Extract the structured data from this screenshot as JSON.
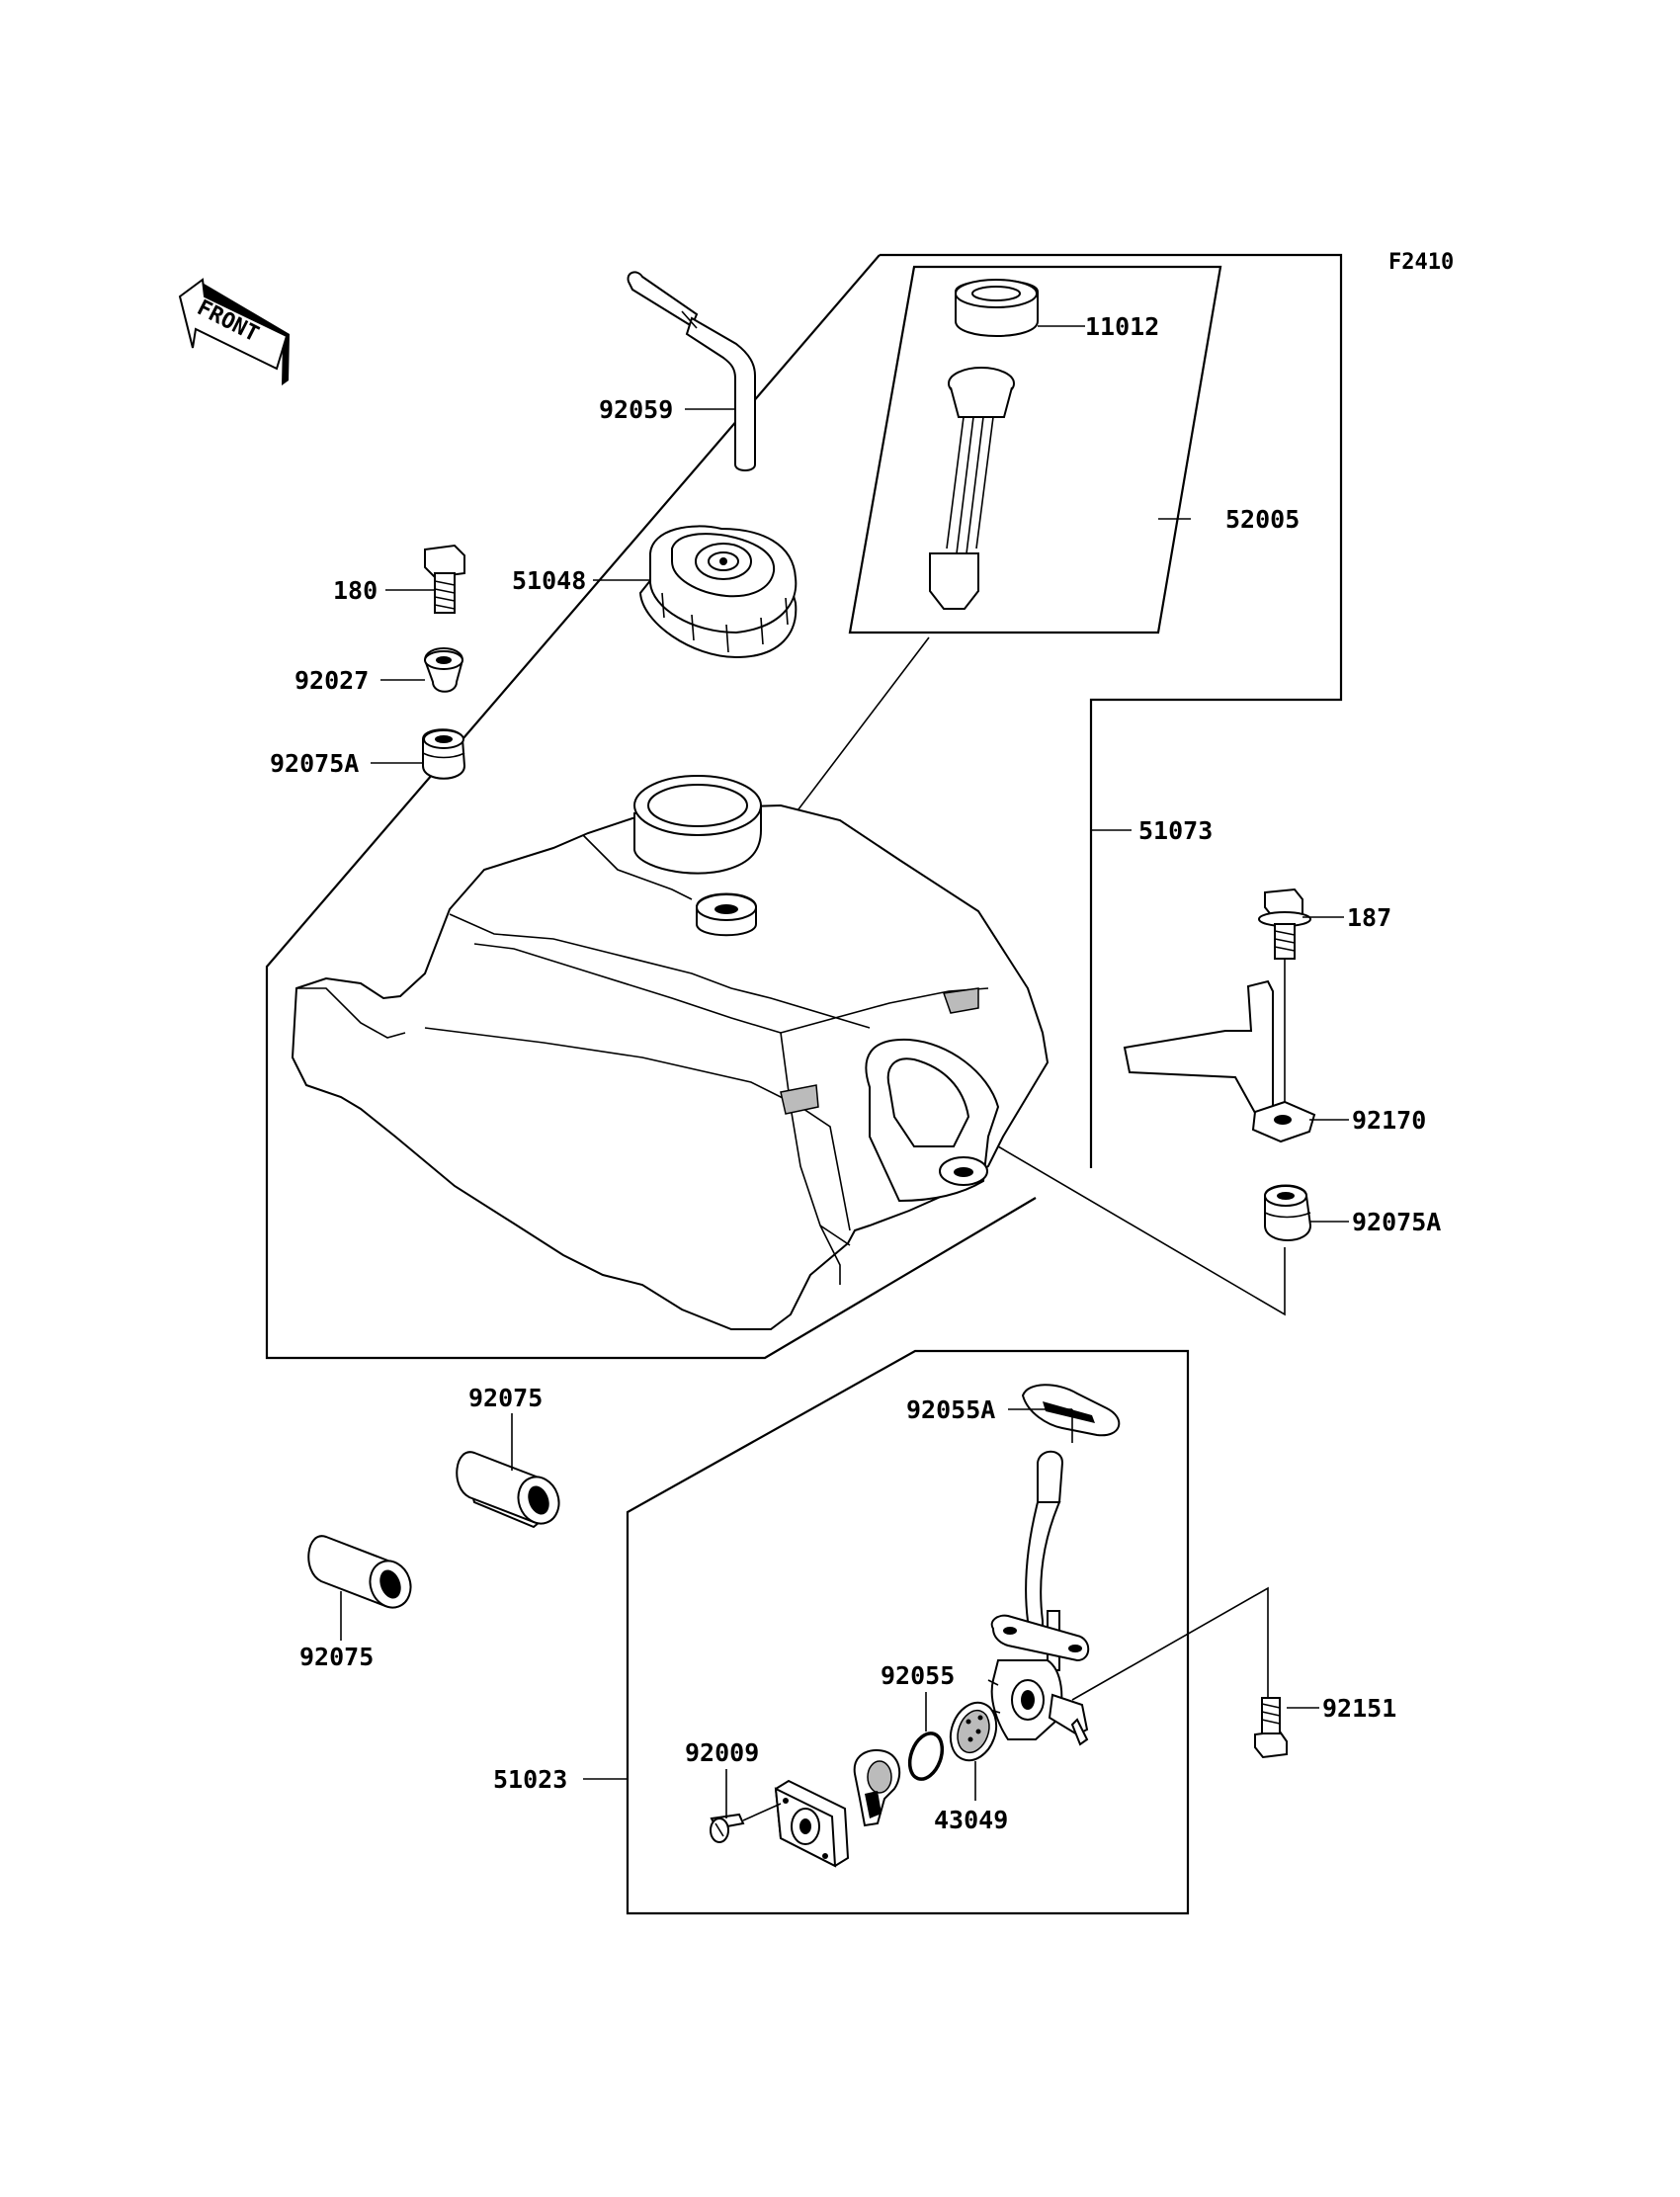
{
  "figure_code": "F2410",
  "front_arrow_label": "FRONT",
  "parts": [
    {
      "number": "11012",
      "name": "grommet"
    },
    {
      "number": "52005",
      "name": "fuel gauge sender"
    },
    {
      "number": "92059",
      "name": "breather hose"
    },
    {
      "number": "51048",
      "name": "fuel tank cap"
    },
    {
      "number": "180",
      "name": "bolt"
    },
    {
      "number": "92027",
      "name": "collar"
    },
    {
      "number": "92075A",
      "name": "damper"
    },
    {
      "number": "51073",
      "name": "fuel tank assembly"
    },
    {
      "number": "187",
      "name": "bolt"
    },
    {
      "number": "92170",
      "name": "clamp bracket"
    },
    {
      "number": "92075A",
      "name": "damper"
    },
    {
      "number": "92075",
      "name": "damper"
    },
    {
      "number": "92075",
      "name": "damper"
    },
    {
      "number": "92055A",
      "name": "gasket"
    },
    {
      "number": "92055",
      "name": "o-ring"
    },
    {
      "number": "92151",
      "name": "bolt"
    },
    {
      "number": "92009",
      "name": "screw"
    },
    {
      "number": "43049",
      "name": "diaphragm"
    },
    {
      "number": "51023",
      "name": "fuel cock assembly"
    }
  ]
}
